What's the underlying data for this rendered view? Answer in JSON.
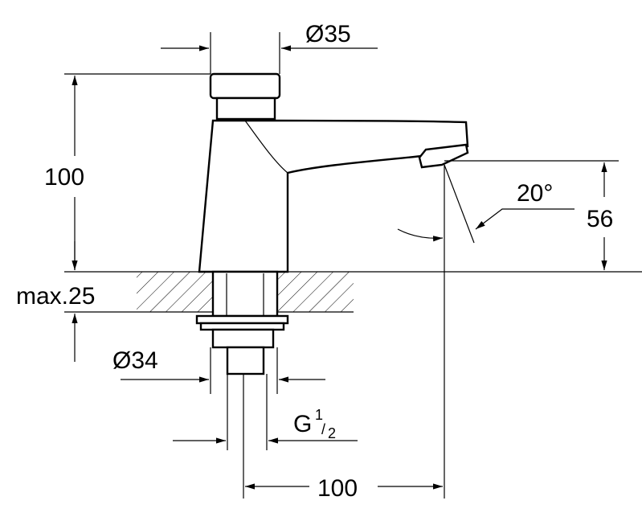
{
  "dimensions": {
    "top_diameter": "Ø35",
    "height": "100",
    "angle": "20°",
    "spout_height": "56",
    "max_thickness": "max.25",
    "base_diameter": "Ø34",
    "thread_prefix": "G",
    "thread_num": "1",
    "thread_den": "2",
    "projection": "100"
  }
}
